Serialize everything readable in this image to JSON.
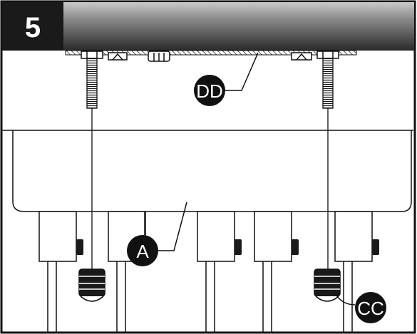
{
  "step": {
    "number": "5"
  },
  "callouts": {
    "dd": {
      "label": "DD"
    },
    "a": {
      "label": "A"
    },
    "cc": {
      "label": "CC"
    }
  },
  "colors": {
    "ink": "#111111",
    "header_dark": "#1a1a1a",
    "header_light": "#ffffff",
    "callout_fill": "#111111",
    "callout_text": "#ffffff"
  }
}
